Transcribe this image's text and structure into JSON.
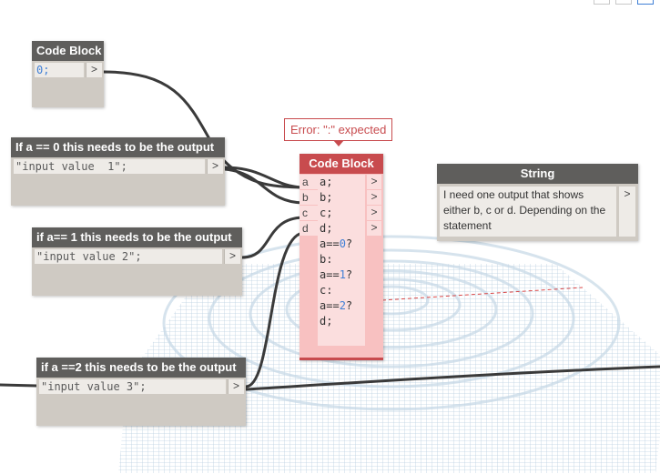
{
  "nodes": {
    "code_block_zero": {
      "title": "Code Block",
      "code": "0;",
      "out_port": ">"
    },
    "input_a": {
      "title": "If a == 0 this needs to be the output",
      "code": "\"input value  1\";",
      "out_port": ">"
    },
    "input_b": {
      "title": "if a== 1 this needs to be the output",
      "code": "\"input value 2\";",
      "out_port": ">"
    },
    "input_c": {
      "title": "if a ==2 this needs to be the output",
      "code": "\"input value 3\";",
      "out_port": ">"
    },
    "code_block_error": {
      "title": "Code Block",
      "error_tooltip": "Error: \":\" expected",
      "inputs": [
        "a",
        "b",
        "c",
        "d"
      ],
      "outputs": [
        ">",
        ">",
        ">",
        ">"
      ],
      "lines": [
        "a;",
        "b;",
        "c;",
        "d;",
        "a==0?",
        "b:",
        "a==1?",
        "c:",
        "a==2?",
        "d;"
      ]
    },
    "string_node": {
      "title": "String",
      "text": "I need one output that shows either b, c or d. Depending on the statement",
      "out_port": ">"
    }
  },
  "colors": {
    "node_header": "#5f5e5c",
    "node_body": "#cfcac3",
    "error_header": "#c84b4e",
    "error_body": "#f8c1c1",
    "number_literal": "#3f7fd6",
    "wire": "#3a3a3a"
  }
}
